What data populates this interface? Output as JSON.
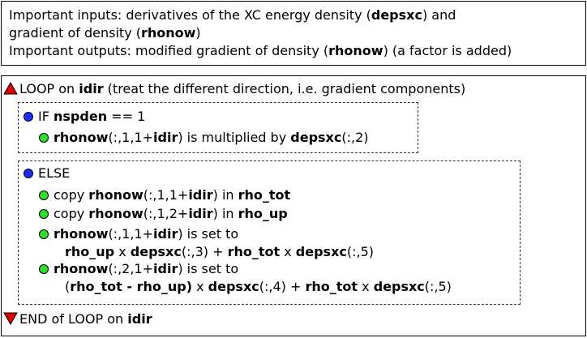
{
  "header": {
    "line1": {
      "a": "Important inputs: derivatives of the XC energy density (",
      "b": "depsxc",
      "c": ") and"
    },
    "line2": {
      "a": " gradient of density (",
      "b": "rhonow",
      "c": ")"
    },
    "line3": {
      "a": "Important outputs: modified gradient of density (",
      "b": "rhonow",
      "c": ") (a factor is added)"
    }
  },
  "loop": {
    "start": {
      "a": "LOOP on ",
      "b": "idir",
      "c": " (treat the different direction, i.e. gradient components)"
    },
    "end": {
      "a": "END of LOOP on ",
      "b": "idir"
    }
  },
  "if_block": {
    "cond": {
      "a": "IF ",
      "b": "nspden",
      "c": " == 1"
    },
    "stmt": {
      "b1": "rhonow",
      "a1": "(:,1,1+",
      "b2": "idir",
      "a2": ") is multiplied by ",
      "b3": "depsxc",
      "a3": "(:,2)"
    }
  },
  "else_block": {
    "label": "ELSE",
    "s1": {
      "a1": "copy ",
      "b1": "rhonow",
      "a2": "(:,1,1+",
      "b2": "idir",
      "a3": ") in ",
      "b3": "rho_tot"
    },
    "s2": {
      "a1": "copy ",
      "b1": "rhonow",
      "a2": "(:,1,2+",
      "b2": "idir",
      "a3": ") in ",
      "b3": "rho_up"
    },
    "s3": {
      "b1": "rhonow",
      "a1": "(:,1,1+",
      "b2": "idir",
      "a2": ") is set to"
    },
    "s3b": {
      "b1": "rho_up",
      "a1": " x ",
      "b2": "depsxc",
      "a2": "(:,3) + ",
      "b3": "rho_tot",
      "a3": " x ",
      "b4": "depsxc",
      "a4": "(:,5)"
    },
    "s4": {
      "b1": "rhonow",
      "a1": "(:,2,1+",
      "b2": "idir",
      "a2": ") is set to"
    },
    "s4b": {
      "a0": "(",
      "b1": "rho_tot - rho_up)",
      "a1": " x ",
      "b2": "depsxc",
      "a2": "(:,4) + ",
      "b3": "rho_tot",
      "a3": " x ",
      "b4": "depsxc",
      "a4": "(:,5)"
    }
  },
  "colors": {
    "triangle": "#e00000",
    "blue_dot": "#1a2cff",
    "green_dot": "#2ee02e"
  },
  "icons": [
    "triangle-up-icon",
    "triangle-down-icon",
    "blue-bullet-icon",
    "green-bullet-icon"
  ]
}
